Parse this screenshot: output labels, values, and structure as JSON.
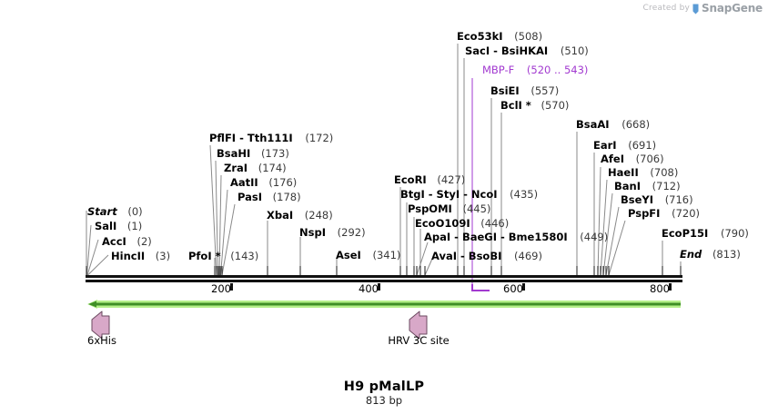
{
  "watermark": {
    "prefix": "Created by",
    "brand": "SnapGene"
  },
  "construct": {
    "name": "H9 pMalLP",
    "length_label": "813 bp"
  },
  "ruler": {
    "ticks": [
      {
        "label": "200",
        "pos": 200
      },
      {
        "label": "400",
        "pos": 400
      },
      {
        "label": "600",
        "pos": 600
      },
      {
        "label": "800",
        "pos": 800
      }
    ],
    "range_start": 0,
    "range_end": 813
  },
  "features": [
    {
      "name": "6xHis",
      "direction": "left",
      "color": "#d8a8c8"
    },
    {
      "name": "HRV 3C site",
      "direction": "left",
      "color": "#d8a8c8"
    }
  ],
  "orf": {
    "color_fill": "#b5f08a",
    "color_line": "#3f8f26",
    "direction": "left"
  },
  "primers": [
    {
      "name": "MBP-F",
      "pos": "(520 .. 543)",
      "color": "#a23ad0"
    }
  ],
  "sites": [
    {
      "name": "Start",
      "pos": "(0)",
      "italic": true
    },
    {
      "name": "SalI",
      "pos": "(1)"
    },
    {
      "name": "AccI",
      "pos": "(2)"
    },
    {
      "name": "HincII",
      "pos": "(3)"
    },
    {
      "name": "PfoI *",
      "pos": "(143)"
    },
    {
      "name": "PflFI - Tth111I",
      "pos": "(172)"
    },
    {
      "name": "BsaHI",
      "pos": "(173)"
    },
    {
      "name": "ZraI",
      "pos": "(174)"
    },
    {
      "name": "AatII",
      "pos": "(176)"
    },
    {
      "name": "PasI",
      "pos": "(178)"
    },
    {
      "name": "XbaI",
      "pos": "(248)"
    },
    {
      "name": "NspI",
      "pos": "(292)"
    },
    {
      "name": "AseI",
      "pos": "(341)"
    },
    {
      "name": "EcoRI",
      "pos": "(427)"
    },
    {
      "name": "BtgI - StyI - NcoI",
      "pos": "(435)"
    },
    {
      "name": "PspOMI",
      "pos": "(445)"
    },
    {
      "name": "EcoO109I",
      "pos": "(446)"
    },
    {
      "name": "ApaI - BaeGI - Bme1580I",
      "pos": "(449)"
    },
    {
      "name": "AvaI - BsoBI",
      "pos": "(469)"
    },
    {
      "name": "Eco53kI",
      "pos": "(508)"
    },
    {
      "name": "SacI - BsiHKAI",
      "pos": "(510)"
    },
    {
      "name": "BsiEI",
      "pos": "(557)"
    },
    {
      "name": "BclI *",
      "pos": "(570)"
    },
    {
      "name": "BsaAI",
      "pos": "(668)"
    },
    {
      "name": "EarI",
      "pos": "(691)"
    },
    {
      "name": "AfeI",
      "pos": "(706)"
    },
    {
      "name": "HaeII",
      "pos": "(708)"
    },
    {
      "name": "BanI",
      "pos": "(712)"
    },
    {
      "name": "BseYI",
      "pos": "(716)"
    },
    {
      "name": "PspFI",
      "pos": "(720)"
    },
    {
      "name": "EcoP15I",
      "pos": "(790)"
    },
    {
      "name": "End",
      "pos": "(813)",
      "italic": true
    }
  ]
}
